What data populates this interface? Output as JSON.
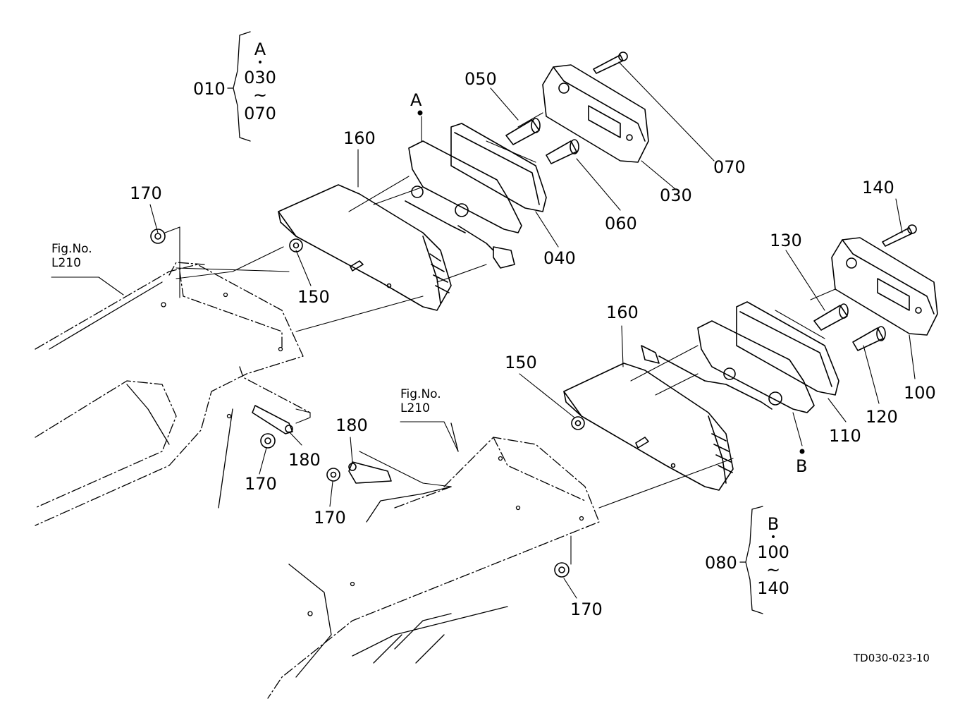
{
  "callouts": {
    "p170_a": "170",
    "p150_a": "150",
    "p160_a": "160",
    "p050": "050",
    "p070": "070",
    "p030": "030",
    "p060": "060",
    "p040": "040",
    "p140": "140",
    "p130": "130",
    "p160_b": "160",
    "p150_b": "150",
    "p100": "100",
    "p120": "120",
    "p110": "110",
    "p180_a": "180",
    "p180_b": "180",
    "p170_b": "170",
    "p170_c": "170",
    "p170_d": "170"
  },
  "refs": {
    "a": "A",
    "b": "B"
  },
  "fig_refs": {
    "upper": {
      "line1": "Fig.No.",
      "line2": "L210"
    },
    "lower": {
      "line1": "Fig.No.",
      "line2": "L210"
    }
  },
  "groups": {
    "g010": {
      "id": "010",
      "ref": "A",
      "from": "030",
      "to": "070"
    },
    "g080": {
      "id": "080",
      "ref": "B",
      "from": "100",
      "to": "140"
    }
  },
  "drawing_number": "TD030-023-10"
}
